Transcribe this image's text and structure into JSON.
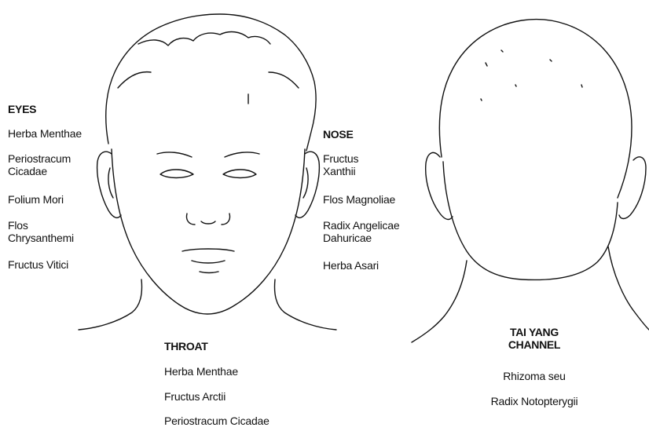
{
  "eyes": {
    "heading": "EYES",
    "items": [
      "Herba Menthae",
      "Periostracum\n Cicadae",
      "Folium Mori",
      "Flos\n Chrysanthemi",
      "Fructus Vitici"
    ]
  },
  "nose": {
    "heading": "NOSE",
    "items": [
      "Fructus\nXanthii",
      "Flos Magnoliae",
      "Radix Angelicae\n Dahuricae",
      "Herba Asari"
    ]
  },
  "throat": {
    "heading": "THROAT",
    "items": [
      "Herba Menthae",
      "Fructus Arctii",
      "Periostracum Cicadae"
    ]
  },
  "tai_yang": {
    "heading": "TAI YANG\nCHANNEL",
    "items": [
      "Rhizoma seu",
      "Radix Notopterygii"
    ]
  }
}
